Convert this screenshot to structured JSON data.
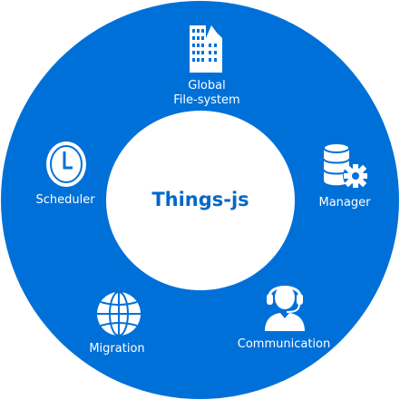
{
  "hub": {
    "title": "Things-js"
  },
  "nodes": {
    "global_fs": {
      "line1": "Global",
      "line2": "File-system",
      "icon": "building-icon"
    },
    "manager": {
      "label": "Manager",
      "icon": "database-gear-icon"
    },
    "communication": {
      "label": "Communication",
      "icon": "headset-user-icon"
    },
    "migration": {
      "label": "Migration",
      "icon": "globe-icon"
    },
    "scheduler": {
      "label": "Scheduler",
      "icon": "clock-icon"
    }
  },
  "colors": {
    "ring": "#0070d9",
    "hub_text": "#0068c8",
    "label": "#ffffff"
  }
}
